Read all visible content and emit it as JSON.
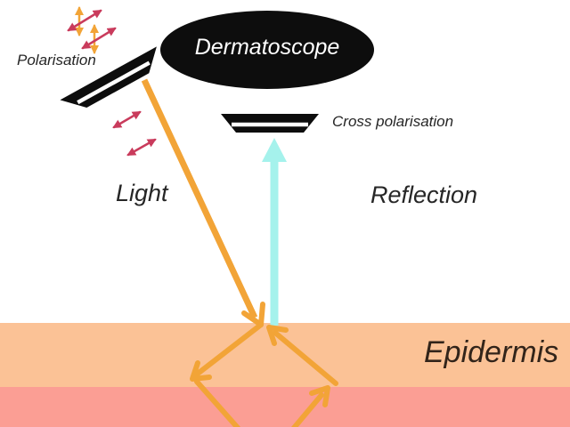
{
  "diagram": {
    "labels": {
      "polarisation": "Polarisation",
      "dermatoscope": "Dermatoscope",
      "cross_polarisation": "Cross polarisation",
      "light": "Light",
      "reflection": "Reflection",
      "epidermis": "Epidermis"
    },
    "colors": {
      "light_beam_orange": "#F2A437",
      "polarised_crimson": "#C93B5C",
      "reflection_cyan": "#A5F2EC",
      "epidermis_upper": "#FBC296",
      "epidermis_lower": "#FB9E94",
      "device_black": "#0D0D0D",
      "text_dark": "#262626",
      "background": "#FFFFFF"
    }
  }
}
